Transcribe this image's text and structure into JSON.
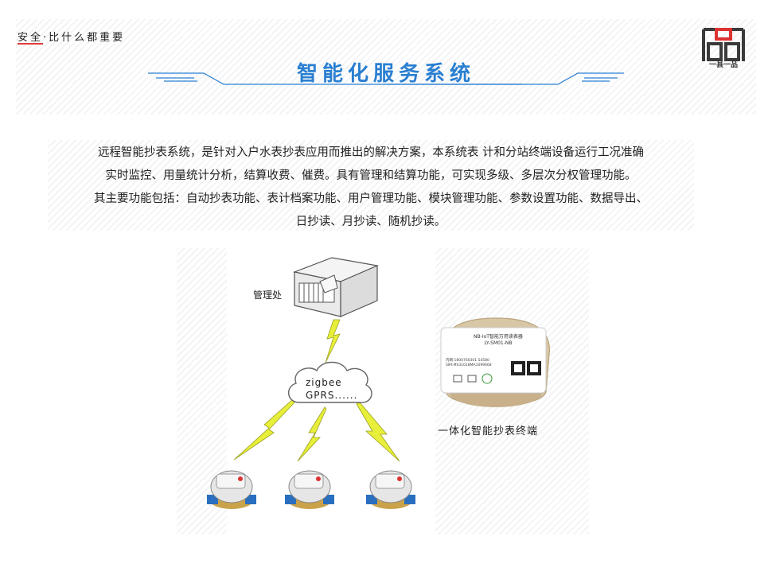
{
  "header": {
    "slogan": "安全·比什么都重要",
    "title": "智能化服务系统",
    "logo_text": "一县一品"
  },
  "description": {
    "lines": [
      "远程智能抄表系统，是针对入户水表抄表应用而推出的解决方案，本系统表 计和分站终端设备运行工况准确",
      "实时监控、用量统计分析，结算收费、催费。具有管理和结算功能，可实现多级、多层次分权管理功能。",
      "其主要功能包括：自动抄表功能、表计档案功能、用户管理功能、模块管理功能、参数设置功能、数据导出、",
      "日抄读、月抄读、随机抄读。"
    ]
  },
  "diagram": {
    "server_label": "管理处",
    "network_line1": "zigbee",
    "network_line2": "GPRS......",
    "terminal_caption": "一体化智能抄表终端",
    "terminal_line1": "NB-IoT智能万用读表器",
    "terminal_line2": "LY-SM01-NB",
    "terminal_small1": "内网:1800760301.54580",
    "terminal_small2": "SIM:MS31018MA1099668",
    "colors": {
      "accent": "#2a7fd1",
      "lightning": "#e8ef3a",
      "meter_blue": "#2a6fbf",
      "meter_brass": "#c9a24a"
    }
  }
}
